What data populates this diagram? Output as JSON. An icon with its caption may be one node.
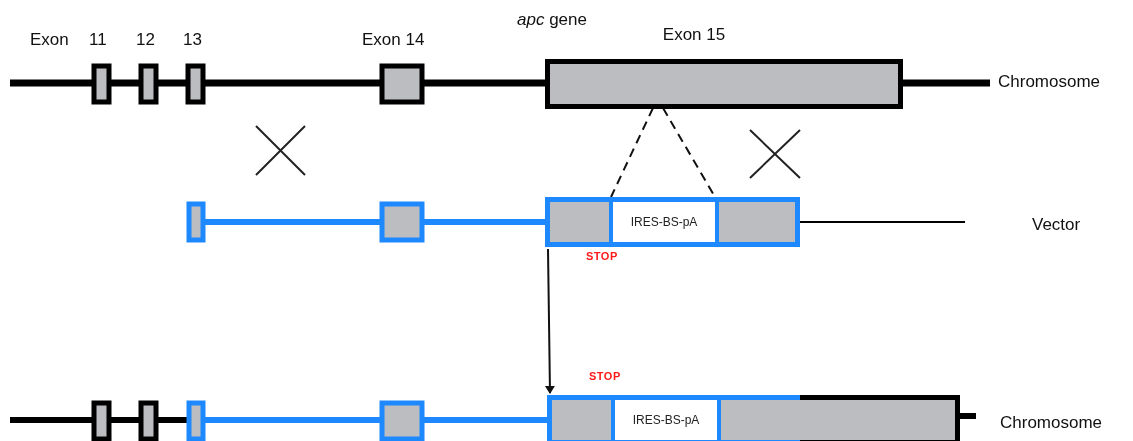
{
  "diagram": {
    "nodes": [
      {
        "text": [
          "Exon 15"
        ]
      },
      {
        "text": [],
        "shape": "box"
      },
      {
        "text": [
          "IRES-BS-pA"
        ],
        "in": 1
      },
      {
        "text": [],
        "shape": "box"
      },
      {
        "text": [
          "IRES-BS-pA"
        ],
        "in": 3
      }
    ],
    "edges": [
      {
        "from": 0,
        "to": 2,
        "arrow": "none",
        "style": "dashed"
      },
      {
        "from": 0,
        "to": 2,
        "arrow": "none",
        "style": "dashed"
      },
      {
        "from": 1,
        "to": 3,
        "arrow": "to"
      }
    ],
    "labels": [
      "Exon",
      "11",
      "12",
      "13",
      "Exon 14",
      "*apc* gene",
      "Chromosome",
      "Vector",
      "STOP",
      "STOP",
      "Chromosome"
    ]
  }
}
